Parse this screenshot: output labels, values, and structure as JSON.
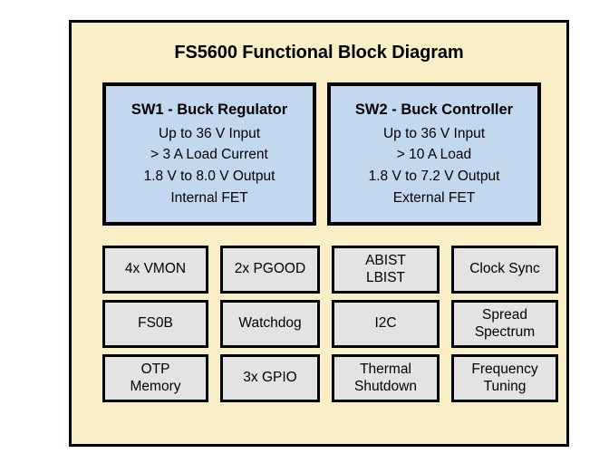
{
  "diagram": {
    "title": "FS5600 Functional Block Diagram",
    "background_color": "#faeec6",
    "frame_border_color": "#000000",
    "regulator_block_color": "#c3d7ee",
    "feature_block_color": "#e3e3e3",
    "text_color": "#000000"
  },
  "regulators": [
    {
      "title": "SW1 - Buck Regulator",
      "specs": [
        "Up to 36 V Input",
        "> 3 A Load Current",
        "1.8 V to 8.0 V Output",
        "Internal FET"
      ]
    },
    {
      "title": "SW2 - Buck Controller",
      "specs": [
        "Up to 36 V Input",
        "> 10 A Load",
        "1.8 V to 7.2 V Output",
        "External FET"
      ]
    }
  ],
  "features": [
    {
      "lines": [
        "4x VMON"
      ]
    },
    {
      "lines": [
        "2x PGOOD"
      ]
    },
    {
      "lines": [
        "ABIST",
        "LBIST"
      ]
    },
    {
      "lines": [
        "Clock Sync"
      ]
    },
    {
      "lines": [
        "FS0B"
      ]
    },
    {
      "lines": [
        "Watchdog"
      ]
    },
    {
      "lines": [
        "I2C"
      ]
    },
    {
      "lines": [
        "Spread",
        "Spectrum"
      ]
    },
    {
      "lines": [
        "OTP",
        "Memory"
      ]
    },
    {
      "lines": [
        "3x GPIO"
      ]
    },
    {
      "lines": [
        "Thermal",
        "Shutdown"
      ]
    },
    {
      "lines": [
        "Frequency",
        "Tuning"
      ]
    }
  ]
}
